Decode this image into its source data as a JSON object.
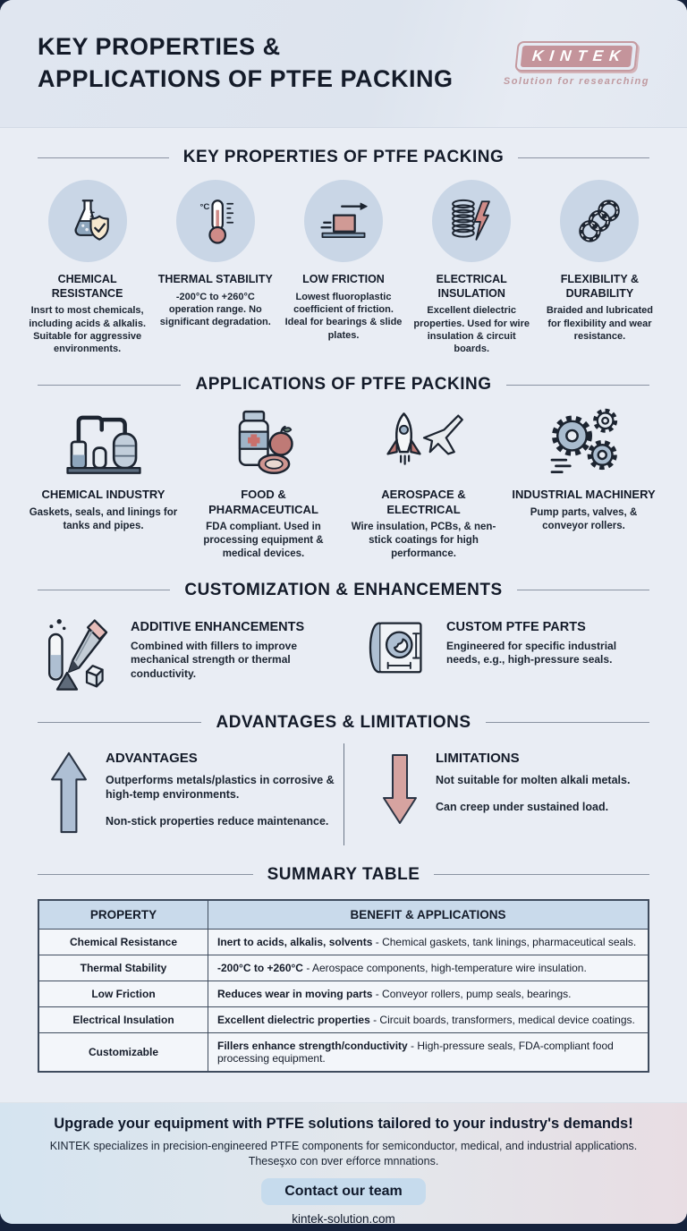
{
  "header": {
    "title_line1": "KEY PROPERTIES &",
    "title_line2": "APPLICATIONS OF PTFE PACKING",
    "logo_text": "KINTEK",
    "logo_tagline": "Solution for researching"
  },
  "colors": {
    "accent_rose": "#cf8b88",
    "accent_blue_gray": "#aebfd2",
    "circle_bg": "#c9d6e6",
    "table_header_bg": "#c9daeb",
    "outer_navy": "#16223c"
  },
  "sections": {
    "properties": {
      "title": "KEY PROPERTIES OF PTFE PACKING",
      "items": [
        {
          "icon": "flask-shield-icon",
          "title": "CHEMICAL RESISTANCE",
          "desc": "Insrt to most chemicals, including acids & alkalis. Suitable for aggressive environments."
        },
        {
          "icon": "thermometer-icon",
          "title": "THERMAL STABILITY",
          "desc": "-200°C to +260°C operation range. No significant degradation."
        },
        {
          "icon": "sliding-block-icon",
          "title": "LOW FRICTION",
          "desc": "Lowest fluoroplastic coefficient of friction. Ideal for bearings & slide plates."
        },
        {
          "icon": "coil-lightning-icon",
          "title": "ELECTRICAL INSULATION",
          "desc": "Excellent dielectric properties. Used for wire insulation & circuit boards."
        },
        {
          "icon": "braided-rope-icon",
          "title": "FLEXIBILITY & DURABILITY",
          "desc": "Braided and lubricated for flexibility and wear resistance."
        }
      ]
    },
    "applications": {
      "title": "APPLICATIONS OF PTFE PACKING",
      "items": [
        {
          "icon": "chemical-plant-icon",
          "title": "CHEMICAL INDUSTRY",
          "desc": "Gaskets, seals, and linings for tanks and pipes."
        },
        {
          "icon": "food-pharma-icon",
          "title": "FOOD & PHARMACEUTICAL",
          "desc": "FDA compliant. Used in processing equipment & medical devices."
        },
        {
          "icon": "rocket-plane-icon",
          "title": "AEROSPACE & ELECTRICAL",
          "desc": "Wire insulation, PCBs, & nen-stick coatings for high performance."
        },
        {
          "icon": "gears-icon",
          "title": "INDUSTRIAL MACHINERY",
          "desc": "Pump parts, valves, & conveyor rollers."
        }
      ]
    },
    "customization": {
      "title": "CUSTOMIZATION & ENHANCEMENTS",
      "items": [
        {
          "icon": "testtube-pencil-icon",
          "title": "ADDITIVE ENHANCEMENTS",
          "desc": "Combined with fillers to improve mechanical strength or thermal conductivity."
        },
        {
          "icon": "blueprint-icon",
          "title": "CUSTOM PTFE PARTS",
          "desc": "Engineered for specific industrial needs, e.g., high-pressure seals."
        }
      ]
    },
    "advantages_limitations": {
      "title": "ADVANTAGES & LIMITATIONS",
      "advantages": {
        "title": "ADVANTAGES",
        "point1": "Outperforms metals/plastics in corrosive & high-temp environments.",
        "point2": "Non-stick properties reduce maintenance."
      },
      "limitations": {
        "title": "LIMITATIONS",
        "point1": "Not suitable for molten alkali metals.",
        "point2": "Can creep under sustained load."
      }
    },
    "summary": {
      "title": "SUMMARY TABLE",
      "col1": "PROPERTY",
      "col2": "BENEFIT & APPLICATIONS",
      "rows": [
        {
          "property": "Chemical Resistance",
          "lead": "Inert to acids, alkalis, solvents",
          "rest": " - Chemical gaskets, tank linings, pharmaceutical seals."
        },
        {
          "property": "Thermal Stability",
          "lead": "-200°C to +260°C",
          "rest": " - Aerospace components, high-temperature wire insulation."
        },
        {
          "property": "Low Friction",
          "lead": "Reduces wear in moving parts",
          "rest": " - Conveyor rollers, pump seals, bearings."
        },
        {
          "property": "Electrical Insulation",
          "lead": "Excellent dielectric properties",
          "rest": " - Circuit boards, transformers, medical device coatings."
        },
        {
          "property": "Customizable",
          "lead": "Fillers enhance strength/conductivity",
          "rest": " - High-pressure seals, FDA-compliant food processing equipment."
        }
      ]
    }
  },
  "footer": {
    "headline": "Upgrade your equipment with PTFE solutions tailored to your industry's demands!",
    "subtext": "KINTEK specializes in precision-engineered PTFE components for semiconductor, medical, and industrial applications. Theseşxo con ɒver eŕforce mnnations.",
    "button_label": "Contact our team",
    "link": "kintek-solution.com"
  }
}
